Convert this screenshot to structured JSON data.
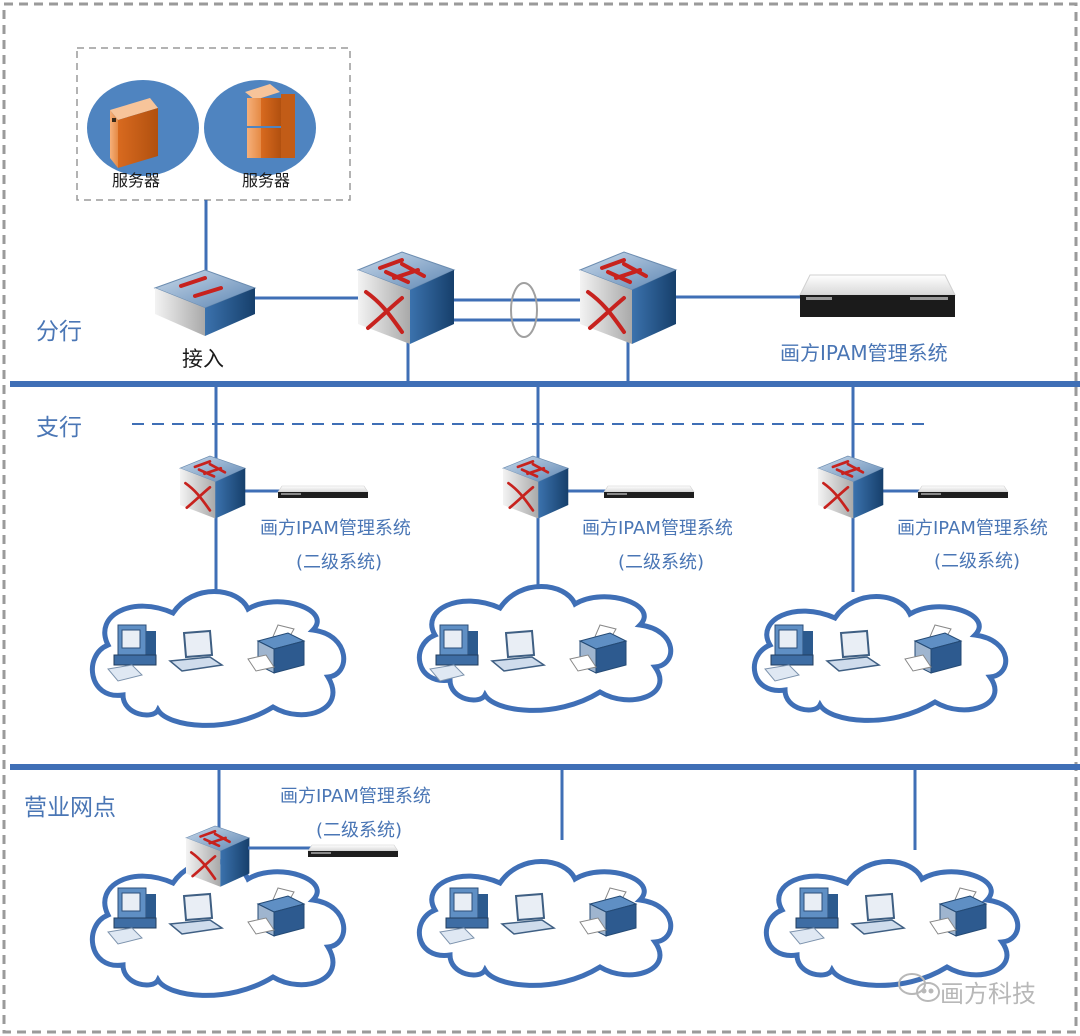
{
  "diagram": {
    "title": "Network topology: IPAM deployment",
    "colors": {
      "line": "#3f6fb6",
      "text_blue": "#4a76b5",
      "border_dash": "#9a9a9a",
      "server_orange": "#e27a2e",
      "server_circle": "#4f84c0",
      "switch_blue": "#2b5d95",
      "arrow_red": "#c7221e"
    },
    "tiers": [
      {
        "id": "branch",
        "label": "分行"
      },
      {
        "id": "sub_branch",
        "label": "支行"
      },
      {
        "id": "outlet",
        "label": "营业网点"
      }
    ],
    "server_group": {
      "servers": [
        {
          "label": "服务器",
          "icon": "server-tower-icon"
        },
        {
          "label": "服务器",
          "icon": "server-cluster-icon"
        }
      ]
    },
    "branch": {
      "access_switch_label": "接入",
      "core_switches": 2,
      "link_aggregation": true,
      "ipam_label": "画方IPAM管理系统"
    },
    "sub_branches": [
      {
        "ipam_label": "画方IPAM管理系统",
        "ipam_sub": "(二级系统)",
        "devices": [
          "desktop",
          "laptop",
          "printer"
        ]
      },
      {
        "ipam_label": "画方IPAM管理系统",
        "ipam_sub": "(二级系统)",
        "devices": [
          "desktop",
          "laptop",
          "printer"
        ]
      },
      {
        "ipam_label": "画方IPAM管理系统",
        "ipam_sub": "(二级系统)",
        "devices": [
          "desktop",
          "laptop",
          "printer"
        ]
      }
    ],
    "outlets": [
      {
        "ipam_label": "画方IPAM管理系统",
        "ipam_sub": "(二级系统)",
        "has_switch": true,
        "devices": [
          "desktop",
          "laptop",
          "printer"
        ]
      },
      {
        "has_switch": false,
        "devices": [
          "desktop",
          "laptop",
          "printer"
        ]
      },
      {
        "has_switch": false,
        "devices": [
          "desktop",
          "laptop",
          "printer"
        ]
      }
    ],
    "watermark": "画方科技"
  }
}
